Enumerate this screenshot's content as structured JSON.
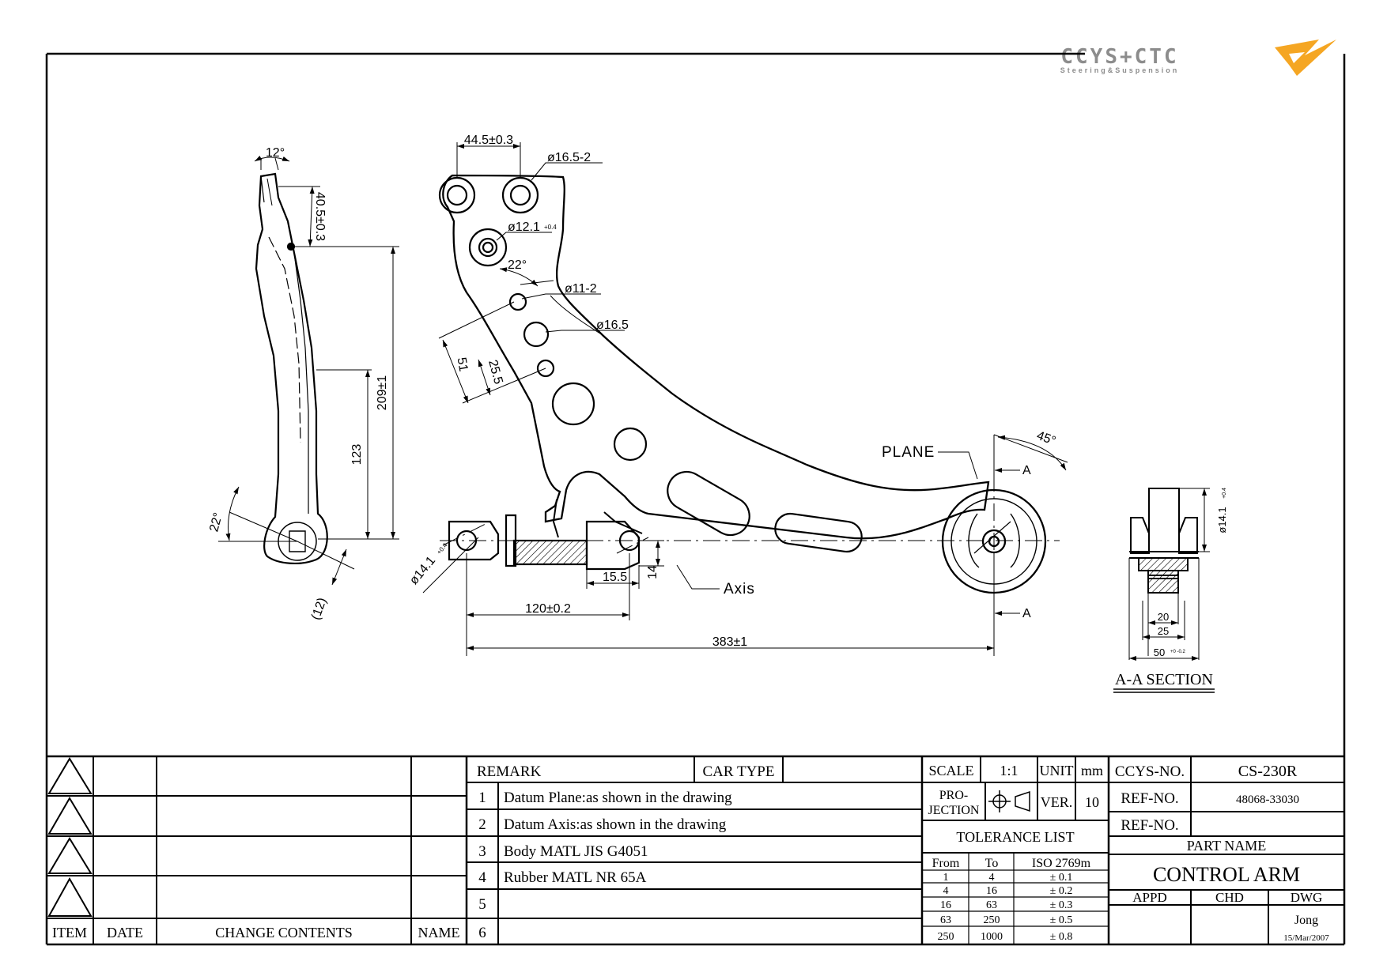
{
  "logo": {
    "brand": "CCYS+CTC",
    "tagline": "Steering&Suspension",
    "accent_color": "#f5a623",
    "brand_color": "#8c8c8c"
  },
  "drawing": {
    "side_view": {
      "angle_top": "12°",
      "dim_top": "40.5±0.3",
      "dim_height": "209±1",
      "dim_123": "123",
      "angle_bottom": "22°",
      "dim_12": "(12)"
    },
    "main_view": {
      "dim_445": "44.5±0.3",
      "hole_165_2": "ø16.5-2",
      "hole_121": "ø12.1",
      "tol_121": "+0.4",
      "angle_22": "22°",
      "hole_11_2": "ø11-2",
      "hole_165": "ø16.5",
      "dim_51": "51",
      "dim_255": "25.5",
      "plane_label": "PLANE",
      "angle_45": "45°",
      "section_marker": "A",
      "axis_label": "Axis",
      "hole_141": "ø14.1",
      "tol_141": "+0.4",
      "dim_155": "15.5",
      "dim_14": "14",
      "dim_120": "120±0.2",
      "dim_383": "383±1"
    },
    "section_view": {
      "dim_141": "ø14.1",
      "tol_141": "+0.4",
      "dim_20": "20",
      "dim_25": "25",
      "dim_50": "50",
      "tol_50": "+0 -0.2",
      "title": "A-A SECTION"
    }
  },
  "revision_block": {
    "headers": {
      "item": "ITEM",
      "date": "DATE",
      "change": "CHANGE CONTENTS",
      "name": "NAME"
    }
  },
  "remarks": {
    "header": "REMARK",
    "car_type_label": "CAR TYPE",
    "car_type_value": "",
    "rows": [
      {
        "n": "1",
        "text": "Datum Plane:as shown in the drawing"
      },
      {
        "n": "2",
        "text": "Datum Axis:as shown in the drawing"
      },
      {
        "n": "3",
        "text": "Body MATL JIS G4051"
      },
      {
        "n": "4",
        "text": "Rubber MATL NR 65A"
      },
      {
        "n": "5",
        "text": ""
      },
      {
        "n": "6",
        "text": ""
      }
    ]
  },
  "specs": {
    "scale_label": "SCALE",
    "scale_value": "1:1",
    "unit_label": "UNIT",
    "unit_value": "mm",
    "projection_label_1": "PRO-",
    "projection_label_2": "JECTION",
    "ver_label": "VER.",
    "ver_value": "10",
    "tolerance_title": "TOLERANCE LIST",
    "tol_headers": {
      "from": "From",
      "to": "To",
      "iso": "ISO 2769m"
    },
    "tolerance": [
      {
        "from": "1",
        "to": "4",
        "tol": "± 0.1"
      },
      {
        "from": "4",
        "to": "16",
        "tol": "± 0.2"
      },
      {
        "from": "16",
        "to": "63",
        "tol": "± 0.3"
      },
      {
        "from": "63",
        "to": "250",
        "tol": "± 0.5"
      },
      {
        "from": "250",
        "to": "1000",
        "tol": "± 0.8"
      }
    ]
  },
  "part_info": {
    "ccys_label": "CCYS-NO.",
    "ccys_value": "CS-230R",
    "ref1_label": "REF-NO.",
    "ref1_value": "48068-33030",
    "ref2_label": "REF-NO.",
    "ref2_value": "",
    "part_name_label": "PART NAME",
    "part_name": "CONTROL ARM",
    "appd_label": "APPD",
    "chd_label": "CHD",
    "dwg_label": "DWG",
    "dwg_name": "Jong",
    "dwg_date": "15/Mar/2007"
  }
}
